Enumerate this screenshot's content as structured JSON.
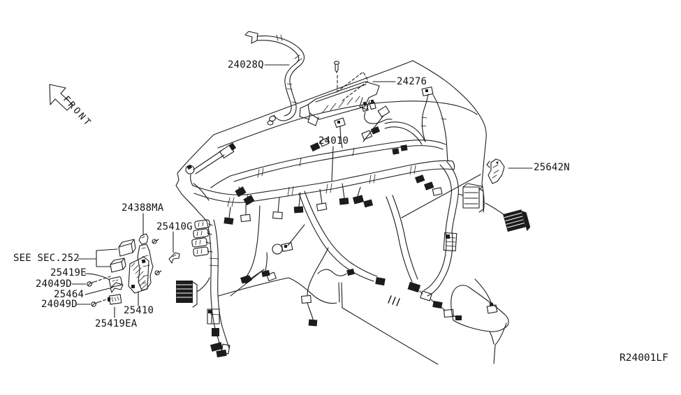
{
  "diagram": {
    "ref_code": "R24001LF",
    "front_label": "FRONT"
  },
  "callouts": {
    "c24028q": "24028Q",
    "c24276": "24276",
    "c24010": "24010",
    "c25642n": "25642N",
    "c24388ma": "24388MA",
    "c25410g": "25410G",
    "see_sec_252": "SEE SEC.252",
    "c25419e": "25419E",
    "c24049d_a": "24049D",
    "c25464": "25464",
    "c24049d_b": "24049D",
    "c25410": "25410",
    "c25419ea": "25419EA"
  }
}
